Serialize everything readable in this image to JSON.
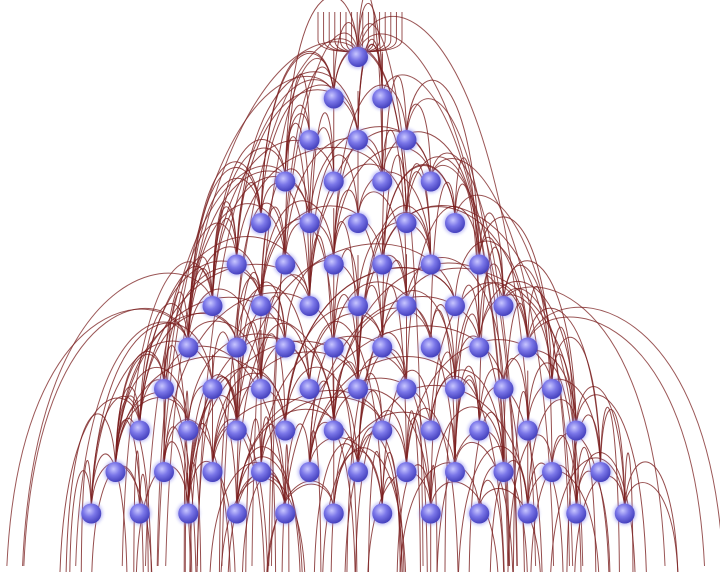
{
  "diagram": {
    "kind": "galton-board",
    "rows": 12,
    "node_counts_per_row": [
      1,
      2,
      3,
      4,
      5,
      6,
      7,
      8,
      9,
      10,
      11,
      12
    ],
    "top_bundle_strand_count": 16,
    "colors": {
      "background": "#ffffff",
      "path_stroke": "#7a1f1f",
      "node_fill_center": "#a9a6ff",
      "node_fill_mid": "#6a66e0",
      "node_fill_edge": "#3b37b8"
    }
  }
}
